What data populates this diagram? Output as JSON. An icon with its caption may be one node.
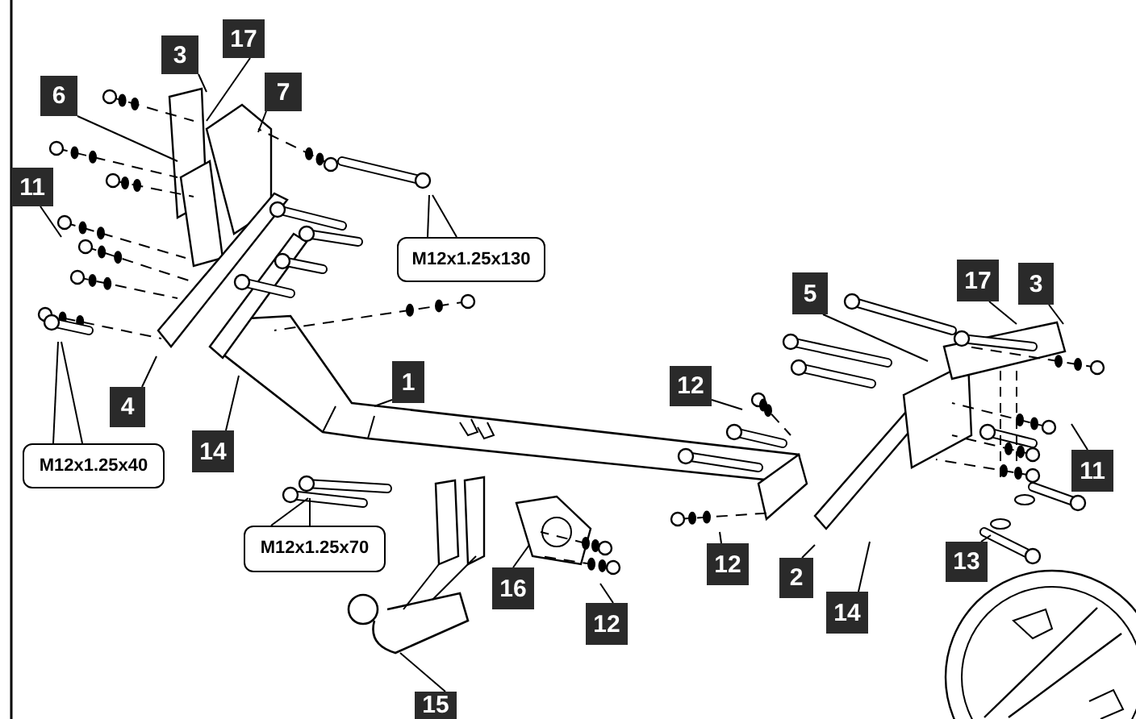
{
  "diagram": {
    "nodes": [
      {
        "text": [
          "3"
        ]
      },
      {
        "text": [
          "17"
        ]
      },
      {
        "text": [
          "7"
        ]
      },
      {
        "text": [
          "6"
        ]
      },
      {
        "text": [
          "11"
        ]
      },
      {
        "text": [
          "M12x1.25x130"
        ]
      },
      {
        "text": [
          "5"
        ]
      },
      {
        "text": [
          "17"
        ]
      },
      {
        "text": [
          "3"
        ]
      },
      {
        "text": [
          "4"
        ]
      },
      {
        "text": [
          "1"
        ]
      },
      {
        "text": [
          "14"
        ]
      },
      {
        "text": [
          "M12x1.25x40"
        ]
      },
      {
        "text": [
          "12"
        ]
      },
      {
        "text": [
          "11"
        ]
      },
      {
        "text": [
          "M12x1.25x70"
        ]
      },
      {
        "text": [
          "12"
        ]
      },
      {
        "text": [
          "2"
        ]
      },
      {
        "text": [
          "13"
        ]
      },
      {
        "text": [
          "16"
        ]
      },
      {
        "text": [
          "12"
        ]
      },
      {
        "text": [
          "14"
        ]
      },
      {
        "text": [
          "15"
        ]
      }
    ],
    "edges": [
      {
        "from": 0,
        "to": null,
        "arrow": "none"
      },
      {
        "from": 1,
        "to": null,
        "arrow": "none"
      },
      {
        "from": 2,
        "to": null,
        "arrow": "none"
      },
      {
        "from": 3,
        "to": null,
        "arrow": "none"
      },
      {
        "from": 4,
        "to": null,
        "arrow": "none"
      },
      {
        "from": 5,
        "to": null,
        "arrow": "none"
      },
      {
        "from": 5,
        "to": null,
        "arrow": "none"
      },
      {
        "from": 6,
        "to": null,
        "arrow": "none"
      },
      {
        "from": 7,
        "to": null,
        "arrow": "none"
      },
      {
        "from": 8,
        "to": null,
        "arrow": "none"
      },
      {
        "from": 9,
        "to": null,
        "arrow": "none"
      },
      {
        "from": 10,
        "to": null,
        "arrow": "none"
      },
      {
        "from": 11,
        "to": null,
        "arrow": "none"
      },
      {
        "from": 12,
        "to": null,
        "arrow": "none"
      },
      {
        "from": 12,
        "to": null,
        "arrow": "none"
      },
      {
        "from": 13,
        "to": null,
        "arrow": "none"
      },
      {
        "from": 14,
        "to": null,
        "arrow": "none"
      },
      {
        "from": 15,
        "to": null,
        "arrow": "none"
      },
      {
        "from": 15,
        "to": null,
        "arrow": "none"
      },
      {
        "from": 16,
        "to": null,
        "arrow": "none"
      },
      {
        "from": 17,
        "to": null,
        "arrow": "none"
      },
      {
        "from": 18,
        "to": null,
        "arrow": "none"
      },
      {
        "from": 19,
        "to": null,
        "arrow": "none"
      },
      {
        "from": 20,
        "to": null,
        "arrow": "none"
      },
      {
        "from": 21,
        "to": null,
        "arrow": "none"
      },
      {
        "from": 22,
        "to": null,
        "arrow": "none"
      }
    ]
  }
}
